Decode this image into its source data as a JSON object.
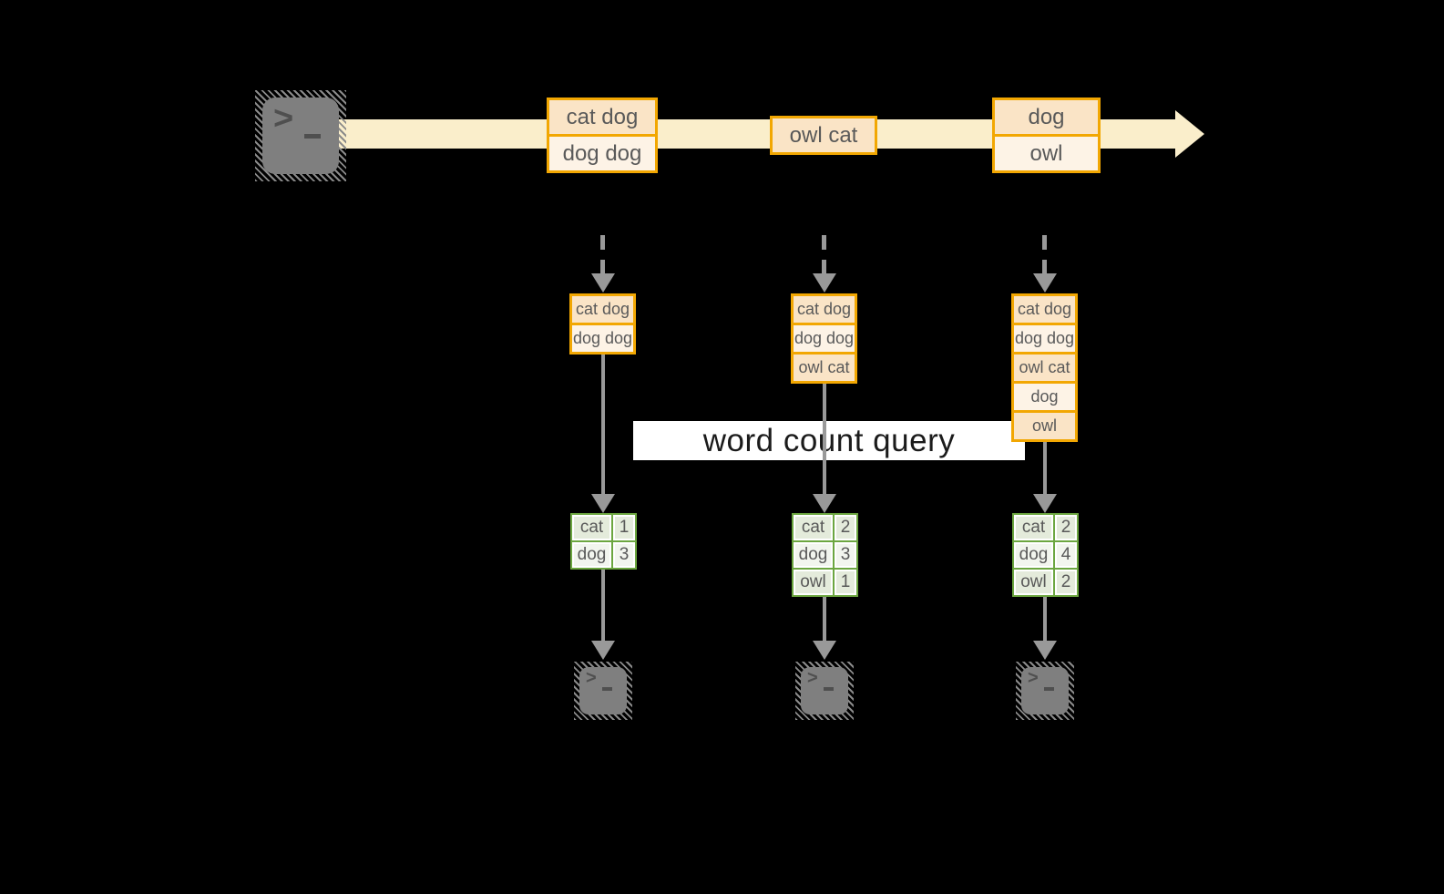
{
  "query_label": "word count query",
  "icons": {
    "terminal_prompt": ">"
  },
  "stream": {
    "batches": [
      {
        "items": [
          "cat dog",
          "dog dog"
        ]
      },
      {
        "items": [
          "owl cat"
        ]
      },
      {
        "items": [
          "dog",
          "owl"
        ]
      }
    ]
  },
  "columns": [
    {
      "stack": [
        "cat dog",
        "dog dog"
      ],
      "table": [
        {
          "word": "cat",
          "count": "1"
        },
        {
          "word": "dog",
          "count": "3"
        }
      ]
    },
    {
      "stack": [
        "cat dog",
        "dog dog",
        "owl cat"
      ],
      "table": [
        {
          "word": "cat",
          "count": "2"
        },
        {
          "word": "dog",
          "count": "3"
        },
        {
          "word": "owl",
          "count": "1"
        }
      ]
    },
    {
      "stack": [
        "cat dog",
        "dog dog",
        "owl cat",
        "dog",
        "owl"
      ],
      "table": [
        {
          "word": "cat",
          "count": "2"
        },
        {
          "word": "dog",
          "count": "4"
        },
        {
          "word": "owl",
          "count": "2"
        }
      ]
    }
  ],
  "colors": {
    "bg": "#000000",
    "orange": "#f2a702",
    "peach": "#fae4c6",
    "cream": "#fdf3e6",
    "band": "#faeecb",
    "arrow": "#999999",
    "green": "#6ca640",
    "sage": "#e4ebdb",
    "sage-light": "#f2f5ee",
    "icon": "#7f7f7f",
    "icon-dark": "#4f4f4f",
    "text": "#595959",
    "query-text": "#1b1b1b",
    "white": "#ffffff"
  }
}
